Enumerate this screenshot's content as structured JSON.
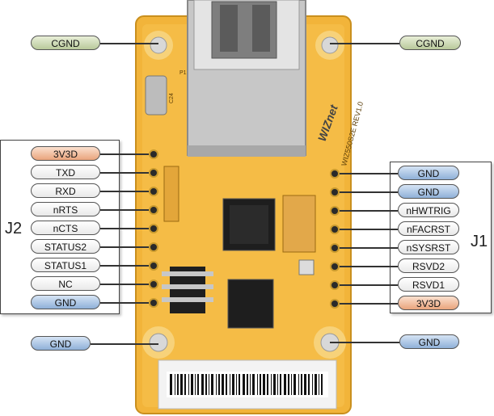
{
  "board": {
    "brand": "WIZnet",
    "model": "WIZ550S2E REV1.0",
    "silkscreen": [
      "P1",
      "C24"
    ]
  },
  "j2": {
    "label": "J2",
    "pins": [
      {
        "name": "3V3D",
        "kind": "pwr"
      },
      {
        "name": "TXD",
        "kind": "sig"
      },
      {
        "name": "RXD",
        "kind": "sig"
      },
      {
        "name": "nRTS",
        "kind": "sig"
      },
      {
        "name": "nCTS",
        "kind": "sig"
      },
      {
        "name": "STATUS2",
        "kind": "sig"
      },
      {
        "name": "STATUS1",
        "kind": "sig"
      },
      {
        "name": "NC",
        "kind": "sig"
      },
      {
        "name": "GND",
        "kind": "gnd"
      }
    ]
  },
  "j1": {
    "label": "J1",
    "pins": [
      {
        "name": "GND",
        "kind": "gnd"
      },
      {
        "name": "GND",
        "kind": "gnd"
      },
      {
        "name": "nHWTRIG",
        "kind": "sig"
      },
      {
        "name": "nFACRST",
        "kind": "sig"
      },
      {
        "name": "nSYSRST",
        "kind": "sig"
      },
      {
        "name": "RSVD2",
        "kind": "sig"
      },
      {
        "name": "RSVD1",
        "kind": "sig"
      },
      {
        "name": "3V3D",
        "kind": "pwr"
      }
    ]
  },
  "mounting": {
    "top_left": "CGND",
    "top_right": "CGND",
    "bottom_left": "GND",
    "bottom_right": "GND"
  }
}
